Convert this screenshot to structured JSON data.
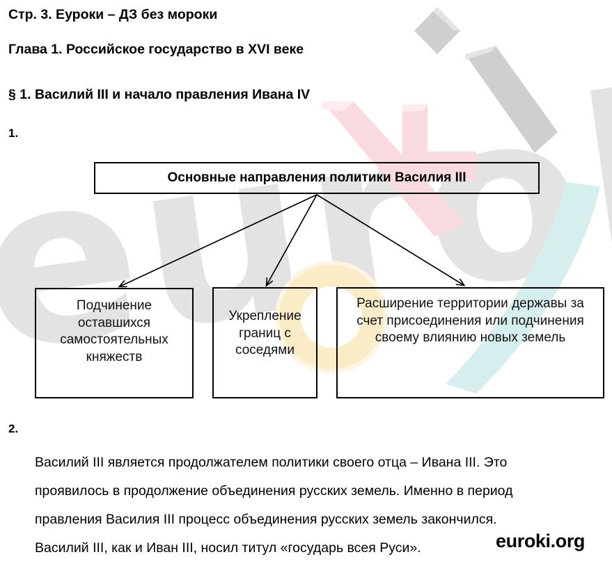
{
  "document": {
    "page_heading": "Стр. 3. Еуроки – ДЗ без мороки",
    "chapter_heading": "Глава 1. Российское государство в XVI веке",
    "section_heading": "§ 1. Василий III и начало правления Ивана IV"
  },
  "questions": {
    "q1_number": "1.",
    "q2_number": "2."
  },
  "diagram": {
    "type": "tree",
    "root": {
      "label": "Основные направления политики Василия III"
    },
    "children": [
      {
        "label": "Подчинение оставшихся самостоятельных княжеств"
      },
      {
        "label": "Укрепление границ с соседями"
      },
      {
        "label": "Расширение территории державы за счет присоединения или подчинения своему влиянию новых земель"
      }
    ]
  },
  "answer": {
    "lines": [
      "Василий III является продолжателем политики своего отца – Ивана III. Это",
      "проявилось в продолжение объединения русских земель. Именно в период",
      "правления Василия III процесс объединения русских земель закончился.",
      "Василий III, как и Иван III, носил титул «государь всея Руси»."
    ]
  },
  "watermark": {
    "text": "euroki",
    "brand": "euroki.org",
    "colors": {
      "gray": "#cfcfcf",
      "pink": "#f9dade",
      "yellow": "#fbecc8",
      "cyan": "#d6eeee",
      "text_gray": "#d2d2d2"
    }
  }
}
